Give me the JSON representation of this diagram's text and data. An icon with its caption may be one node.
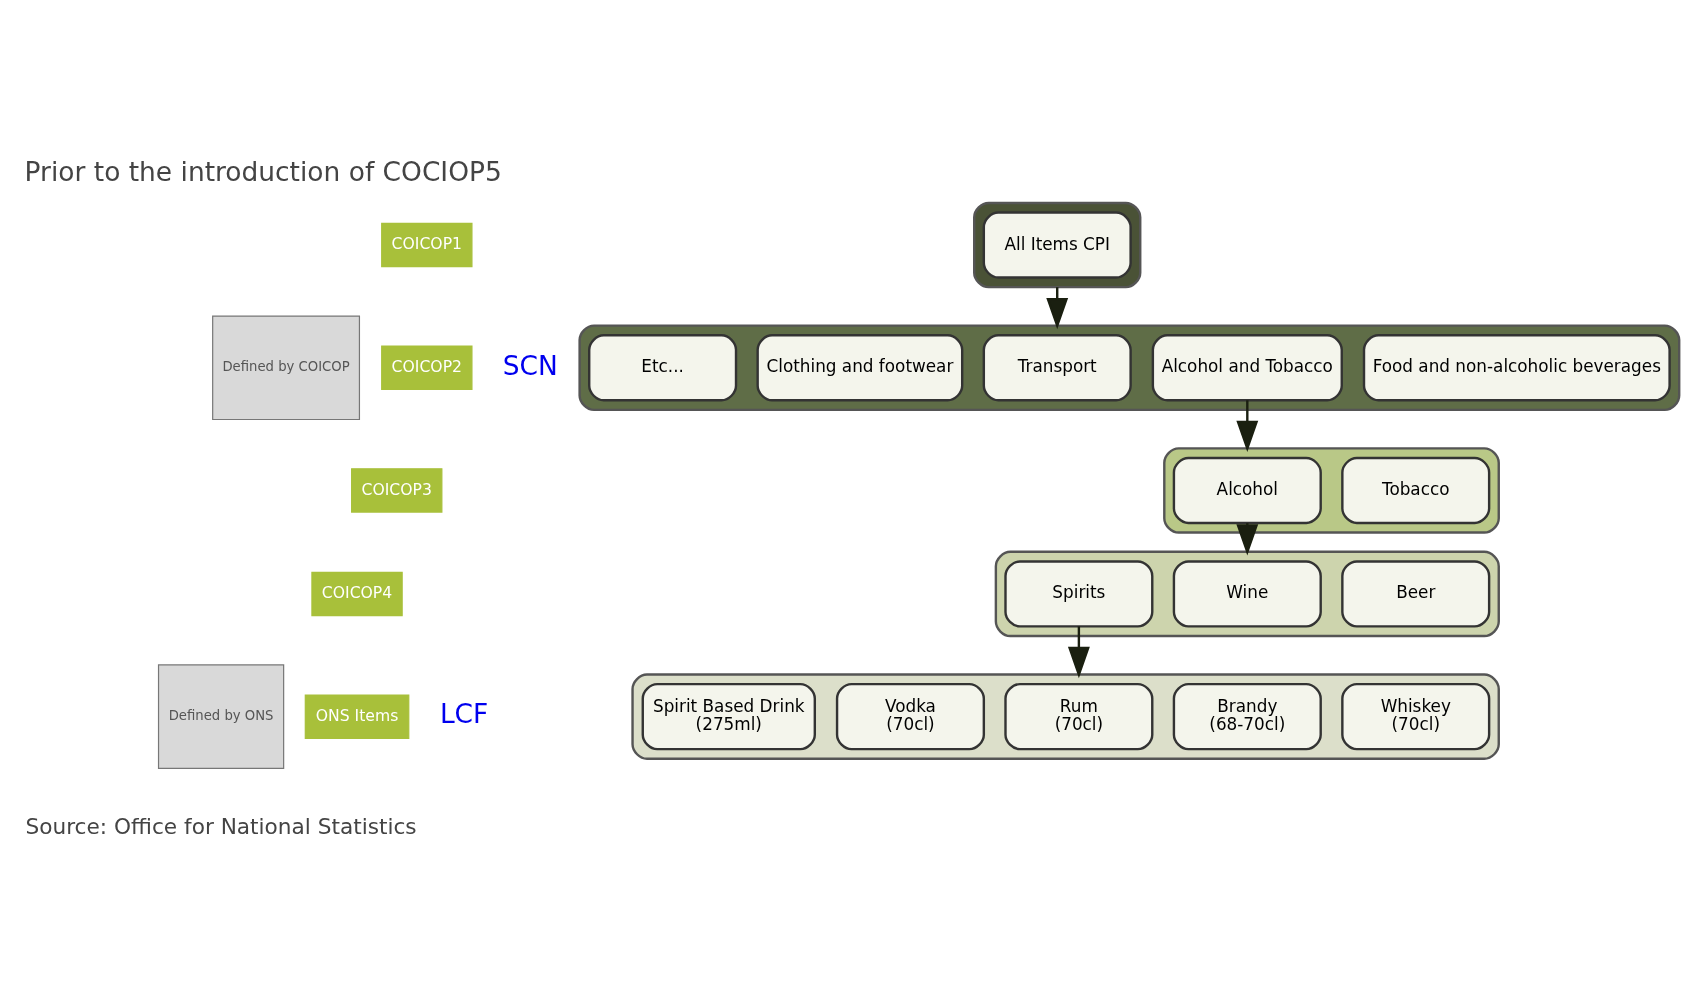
{
  "diagram": {
    "title": "Prior to the introduction of COCIOP5",
    "caption": "Source: Office for National Statistics",
    "nodes": [
      {
        "text": [],
        "shape": "box"
      },
      {
        "text": [
          "All Items CPI"
        ],
        "in": 0
      },
      {
        "text": [],
        "shape": "box"
      },
      {
        "text": [
          "Food and non-alcoholic beverages"
        ],
        "in": 2
      },
      {
        "text": [
          "Alcohol and Tobacco"
        ],
        "in": 2
      },
      {
        "text": [
          "Transport"
        ],
        "in": 2
      },
      {
        "text": [
          "Clothing and footwear"
        ],
        "in": 2
      },
      {
        "text": [
          "Etc..."
        ],
        "in": 2
      },
      {
        "text": [],
        "shape": "box"
      },
      {
        "text": [
          "Tobacco"
        ],
        "in": 8
      },
      {
        "text": [
          "Alcohol"
        ],
        "in": 8
      },
      {
        "text": [],
        "shape": "box"
      },
      {
        "text": [
          "Beer"
        ],
        "in": 11
      },
      {
        "text": [
          "Wine"
        ],
        "in": 11
      },
      {
        "text": [
          "Spirits"
        ],
        "in": 11
      },
      {
        "text": [],
        "shape": "box"
      },
      {
        "text": [
          "Whiskey",
          "(70cl)"
        ],
        "in": 15
      },
      {
        "text": [
          "Brandy",
          "(68-70cl)"
        ],
        "in": 15
      },
      {
        "text": [
          "Rum",
          "(70cl)"
        ],
        "in": 15
      },
      {
        "text": [
          "Vodka",
          "(70cl)"
        ],
        "in": 15
      },
      {
        "text": [
          "Spirit Based Drink",
          "(275ml)"
        ],
        "in": 15
      },
      {
        "text": [
          "Defined by COICOP"
        ]
      },
      {
        "text": [
          "Defined by ONS"
        ]
      },
      {
        "text": [
          "COICOP1"
        ]
      },
      {
        "text": [
          "COICOP2"
        ]
      },
      {
        "text": [
          "COICOP3"
        ]
      },
      {
        "text": [
          "COICOP4"
        ]
      },
      {
        "text": [
          "ONS Items"
        ]
      }
    ],
    "edges": [
      {
        "from": 0,
        "to": 2,
        "arrow": "to"
      },
      {
        "from": 4,
        "to": 8,
        "arrow": "to"
      },
      {
        "from": 10,
        "to": 11,
        "arrow": "to"
      },
      {
        "from": 14,
        "to": 15,
        "arrow": "to"
      }
    ],
    "labels": [
      "SCN",
      "LCF"
    ]
  }
}
